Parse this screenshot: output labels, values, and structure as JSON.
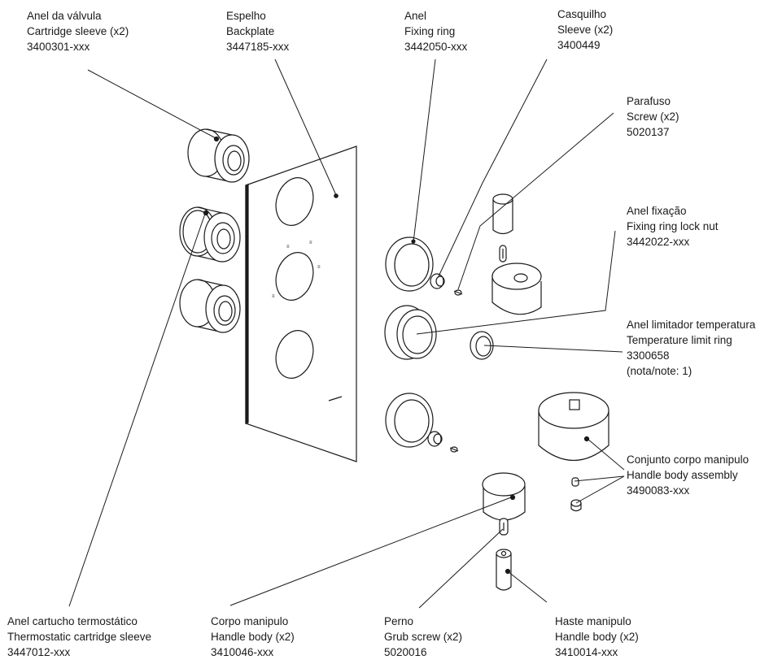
{
  "labels": {
    "cartridge_sleeve": {
      "pt": "Anel da válvula",
      "en": "Cartridge sleeve (x2)",
      "code": "3400301-xxx"
    },
    "backplate": {
      "pt": "Espelho",
      "en": "Backplate",
      "code": "3447185-xxx"
    },
    "fixing_ring": {
      "pt": "Anel",
      "en": "Fixing ring",
      "code": "3442050-xxx"
    },
    "sleeve": {
      "pt": "Casquilho",
      "en": "Sleeve (x2)",
      "code": "3400449"
    },
    "screw": {
      "pt": "Parafuso",
      "en": "Screw (x2)",
      "code": "5020137"
    },
    "lock_nut": {
      "pt": "Anel fixação",
      "en": "Fixing ring lock nut",
      "code": "3442022-xxx"
    },
    "temp_limit_ring": {
      "pt": "Anel limitador temperatura",
      "en": "Temperature limit ring",
      "code": "3300658",
      "note": "(nota/note: 1)"
    },
    "handle_assembly": {
      "pt": "Conjunto corpo manipulo",
      "en": "Handle body assembly",
      "code": "3490083-xxx"
    },
    "thermostatic_sleeve": {
      "pt": "Anel cartucho termostático",
      "en": "Thermostatic cartridge sleeve",
      "code": "3447012-xxx"
    },
    "handle_body": {
      "pt": "Corpo manipulo",
      "en": "Handle body (x2)",
      "code": "3410046-xxx"
    },
    "grub_screw": {
      "pt": "Perno",
      "en": "Grub screw (x2)",
      "code": "5020016"
    },
    "handle_stem": {
      "pt": "Haste manipulo",
      "en": "Handle body (x2)",
      "code": "3410014-xxx"
    }
  }
}
